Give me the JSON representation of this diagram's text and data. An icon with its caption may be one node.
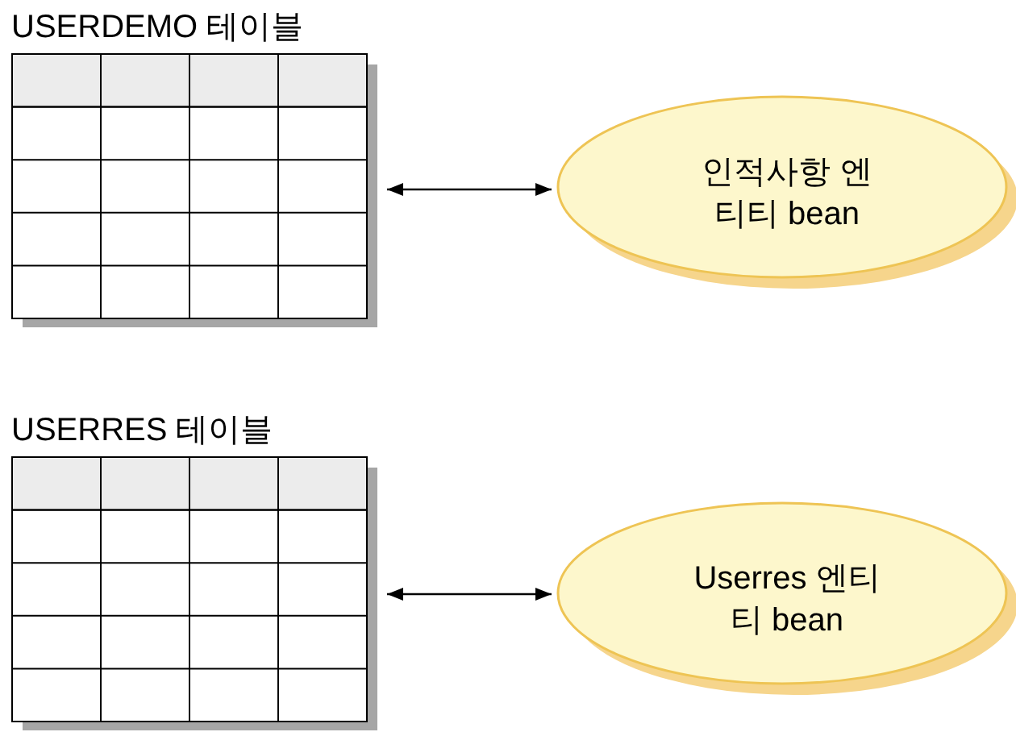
{
  "diagram": {
    "nodes": [
      {
        "text": [
          "USERDEMO 테이블"
        ]
      },
      {
        "text": [
          "인적사항 엔티티 bean"
        ]
      },
      {
        "text": [
          "USERRES 테이블"
        ]
      },
      {
        "text": [
          "Userres 엔티티 bean"
        ]
      }
    ],
    "edges": [
      {
        "from": 0,
        "to": 1,
        "arrow": "both"
      },
      {
        "from": 2,
        "to": 3,
        "arrow": "both"
      }
    ]
  }
}
